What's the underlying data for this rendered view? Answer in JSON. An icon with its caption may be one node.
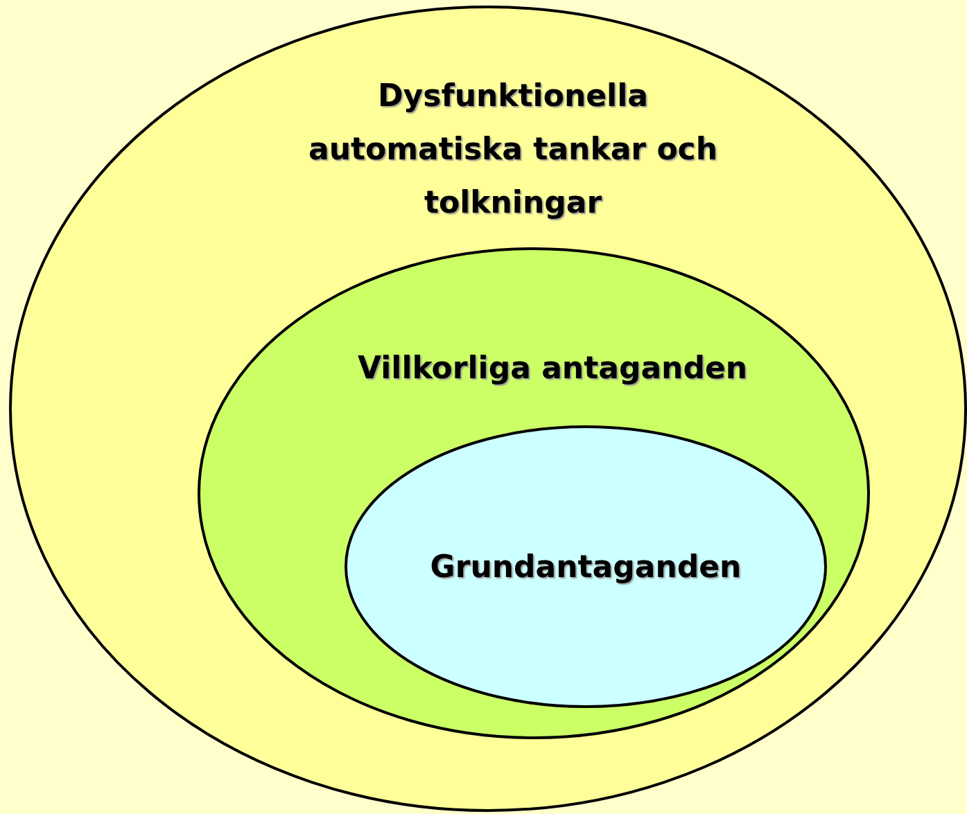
{
  "diagram": {
    "nodes": [
      {
        "text": [
          "Dysfunktionella automatiska tankar och tolkningar"
        ]
      },
      {
        "text": [
          "Villkorliga antaganden"
        ],
        "in": 0
      },
      {
        "text": [
          "Grundantaganden"
        ],
        "in": 1
      }
    ]
  }
}
